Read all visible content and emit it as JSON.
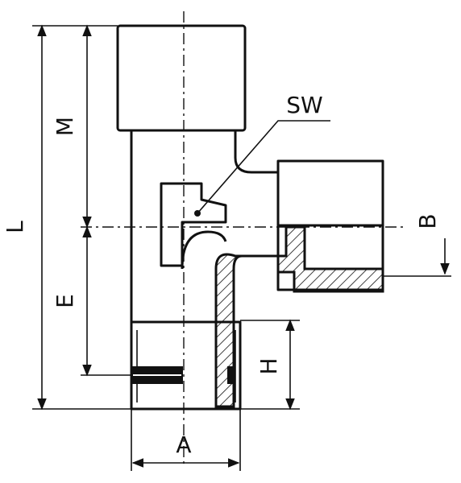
{
  "labels": {
    "L": "L",
    "M": "M",
    "E": "E",
    "SW": "SW",
    "B": "B",
    "H": "H",
    "A": "A"
  }
}
